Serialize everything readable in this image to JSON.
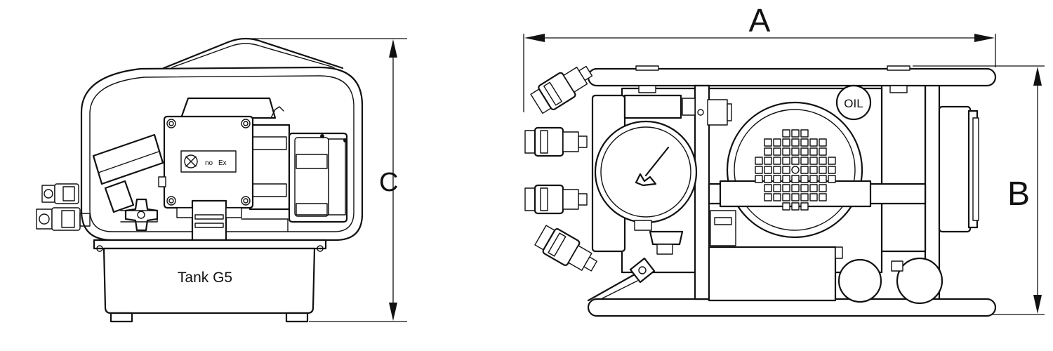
{
  "dimensions": {
    "a": "A",
    "b": "B",
    "c": "C"
  },
  "labels": {
    "tank": "Tank G5",
    "oil": "OIL",
    "no_ex": "no",
    "ex": "Ex"
  },
  "colors": {
    "line": "#111111",
    "background": "#ffffff"
  }
}
